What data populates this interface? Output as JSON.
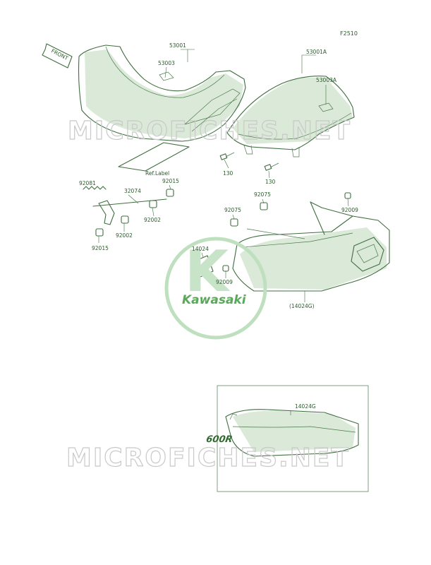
{
  "figure_code": "F2510",
  "front_arrow": "FRONT",
  "watermark": "MICROFICHES.NET",
  "logo": {
    "brand": "Kawasaki",
    "letters": "K",
    "color": "#5aa85a"
  },
  "inset_model_text": "600R",
  "callouts": {
    "p53001": "53001",
    "p53003": "53003",
    "p53001A": "53001A",
    "p53003A": "53003A",
    "ref_label": "Ref.Label",
    "p130a": "130",
    "p130b": "130",
    "p92081": "92081",
    "p32074": "32074",
    "p92015a": "92015",
    "p92015b": "92015",
    "p92002a": "92002",
    "p92002b": "92002",
    "p92075a": "92075",
    "p92075b": "92075",
    "p92009a": "92009",
    "p92009b": "92009",
    "p14024": "14024",
    "p14024G": "(14024G)",
    "p14024G_inset": "14024G"
  },
  "colors": {
    "line": "#3f6e3f",
    "text": "#2a5a2a",
    "watermark": "#c9c9c9"
  }
}
